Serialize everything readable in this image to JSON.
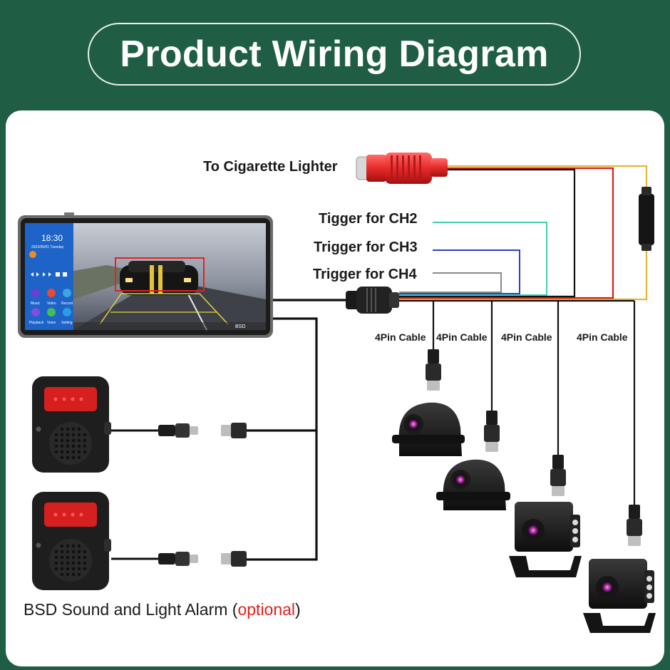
{
  "title": "Product Wiring Diagram",
  "labels": {
    "cigarette": "To Cigarette Lighter",
    "ch2": "Tigger for CH2",
    "ch3": "Trigger for CH3",
    "ch4": "Trigger for CH4"
  },
  "cables": [
    "4Pin Cable",
    "4Pin Cable",
    "4Pin Cable",
    "4Pin Cable"
  ],
  "alarm_caption": {
    "prefix": "BSD Sound and Light Alarm ",
    "open": "(",
    "optional": "optional",
    "close": ")"
  },
  "monitor": {
    "time": "18:30",
    "date": "2022/06/01 Tuesday",
    "apps": [
      "Music",
      "Video",
      "Record",
      "Playback",
      "Voice",
      "Setting"
    ],
    "badge": "BSD"
  },
  "colors": {
    "background": "#1f5e45",
    "ch2_wire": "#3fd0b4",
    "ch3_wire": "#2c3fc4",
    "ch4_wire": "#8a8a8a",
    "power_red": "#d62020",
    "power_yellow": "#e2b63a",
    "optional_text": "#e41e1e"
  }
}
